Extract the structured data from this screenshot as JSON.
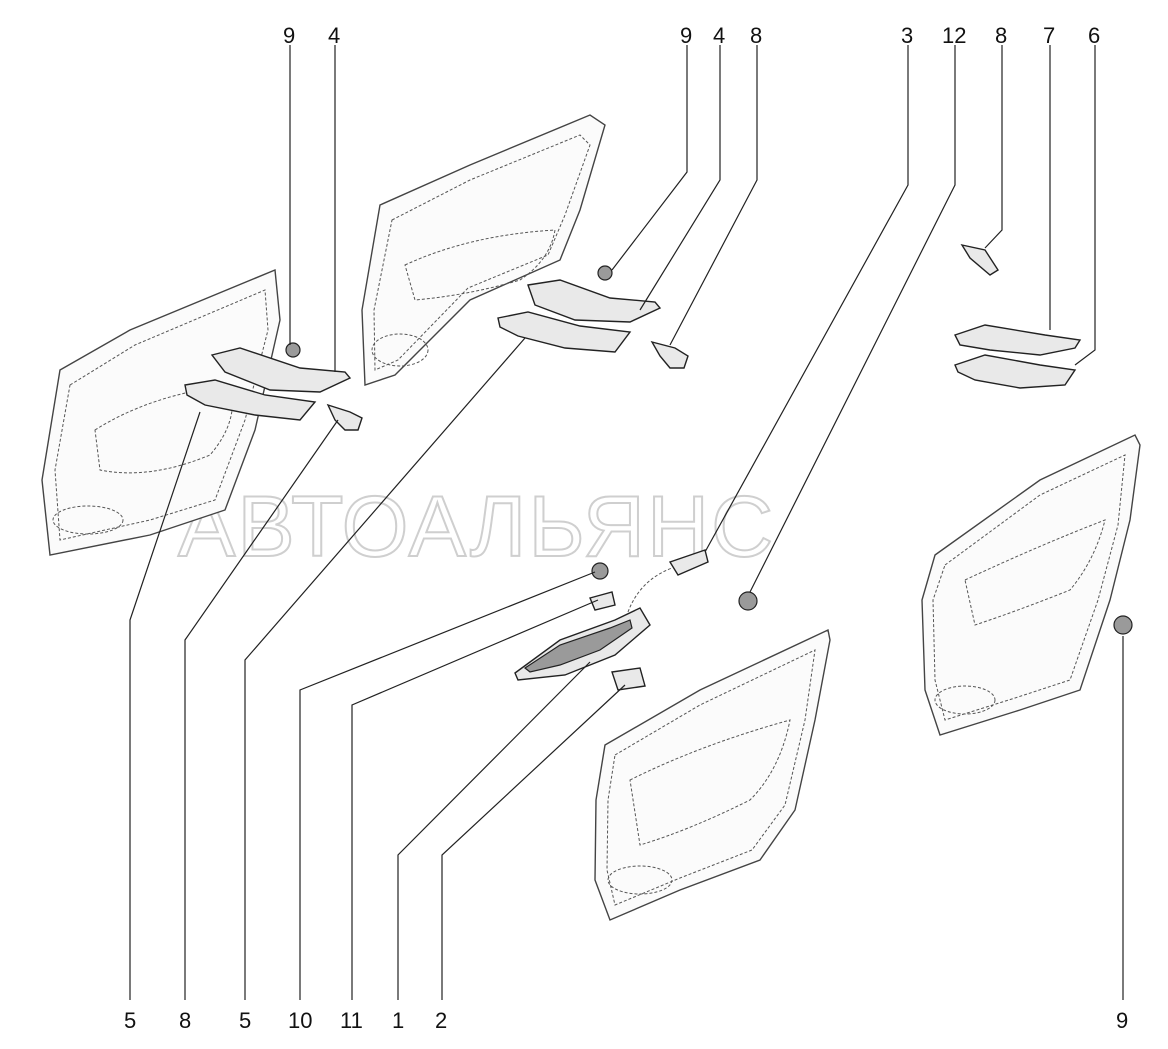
{
  "watermark": "АВТОАЛЬЯНС",
  "callouts_top": [
    "9",
    "4",
    "9",
    "4",
    "8",
    "3",
    "12",
    "8",
    "7",
    "6"
  ],
  "callouts_bottom": [
    "5",
    "8",
    "5",
    "10",
    "11",
    "1",
    "2",
    "9"
  ]
}
